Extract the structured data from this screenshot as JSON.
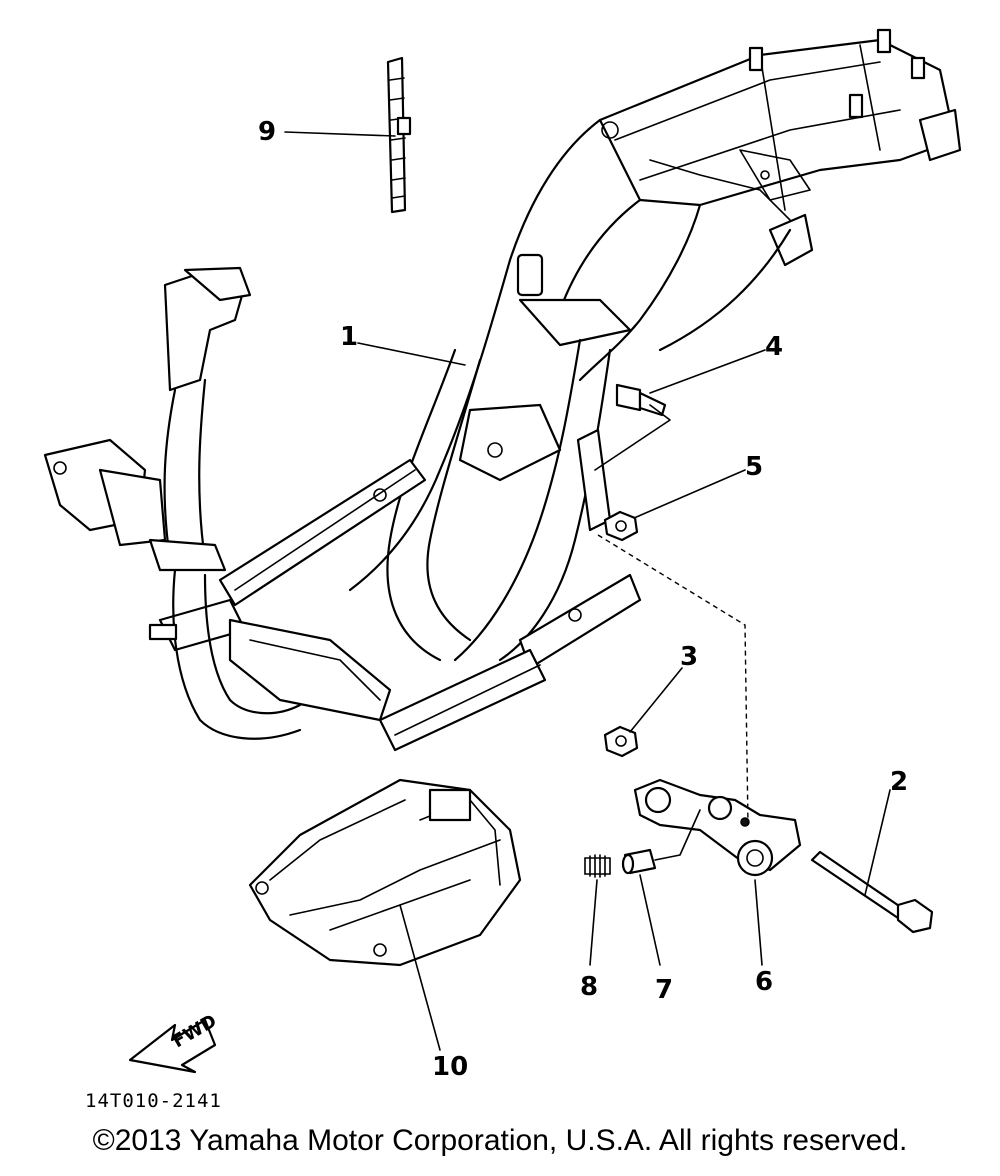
{
  "diagram": {
    "callouts": [
      "1",
      "2",
      "3",
      "4",
      "5",
      "6",
      "7",
      "8",
      "9",
      "10"
    ],
    "fwd_label": "FWD",
    "code": "14T010-2141"
  },
  "footer": {
    "copyright": "©2013 Yamaha Motor Corporation, U.S.A. All rights reserved."
  }
}
